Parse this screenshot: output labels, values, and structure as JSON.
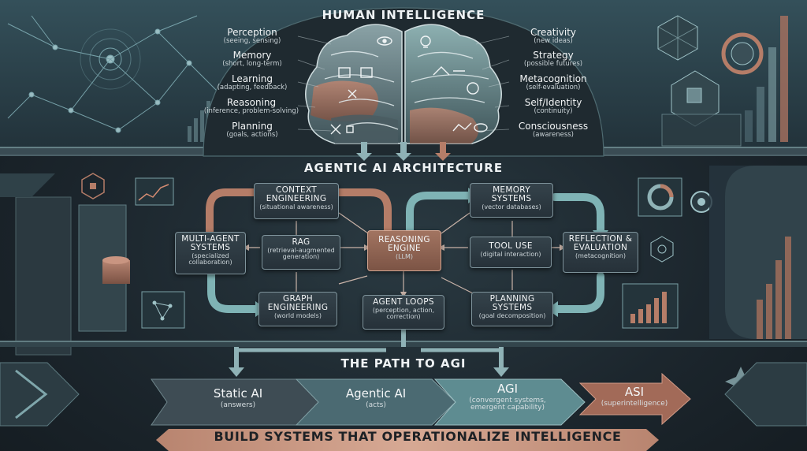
{
  "human": {
    "title": "HUMAN INTELLIGENCE",
    "left_traits": [
      {
        "name": "Perception",
        "sub": "(seeing, sensing)"
      },
      {
        "name": "Memory",
        "sub": "(short, long-term)"
      },
      {
        "name": "Learning",
        "sub": "(adapting, feedback)"
      },
      {
        "name": "Reasoning",
        "sub": "(inference, problem-solving)"
      },
      {
        "name": "Planning",
        "sub": "(goals, actions)"
      }
    ],
    "right_traits": [
      {
        "name": "Creativity",
        "sub": "(new ideas)"
      },
      {
        "name": "Strategy",
        "sub": "(possible futures)"
      },
      {
        "name": "Metacognition",
        "sub": "(self-evaluation)"
      },
      {
        "name": "Self/Identity",
        "sub": "(continuity)"
      },
      {
        "name": "Consciousness",
        "sub": "(awareness)"
      }
    ]
  },
  "agentic": {
    "title": "AGENTIC AI ARCHITECTURE",
    "nodes": {
      "context": {
        "name": "CONTEXT ENGINEERING",
        "sub": "(situational awareness)"
      },
      "memory": {
        "name": "MEMORY SYSTEMS",
        "sub": "(vector databases)"
      },
      "multi": {
        "name": "MULTI-AGENT SYSTEMS",
        "sub": "(specialized collaboration)"
      },
      "rag": {
        "name": "RAG",
        "sub": "(retrieval-augmented generation)"
      },
      "reasoning": {
        "name": "REASONING ENGINE",
        "sub": "(LLM)"
      },
      "tool": {
        "name": "TOOL USE",
        "sub": "(digital interaction)"
      },
      "reflection": {
        "name": "REFLECTION & EVALUATION",
        "sub": "(metacognition)"
      },
      "graph": {
        "name": "GRAPH ENGINEERING",
        "sub": "(world models)"
      },
      "loops": {
        "name": "AGENT LOOPS",
        "sub": "(perception, action, correction)"
      },
      "planning": {
        "name": "PLANNING SYSTEMS",
        "sub": "(goal decomposition)"
      }
    }
  },
  "path": {
    "title": "THE PATH TO AGI",
    "stages": [
      {
        "name": "Static AI",
        "sub": "(answers)",
        "color": "#3d4b53"
      },
      {
        "name": "Agentic AI",
        "sub": "(acts)",
        "color": "#4a6a72"
      },
      {
        "name": "AGI",
        "sub": "(convergent systems, emergent capability)",
        "color": "#5f8c91"
      },
      {
        "name": "ASI",
        "sub": "(superintelligence)",
        "color": "#a26a58"
      }
    ]
  },
  "banner": "BUILD SYSTEMS THAT OPERATIONALIZE INTELLIGENCE",
  "colors": {
    "accent_copper": "#b57d68",
    "accent_teal": "#7fb3b5",
    "panel": "#2b373e"
  }
}
